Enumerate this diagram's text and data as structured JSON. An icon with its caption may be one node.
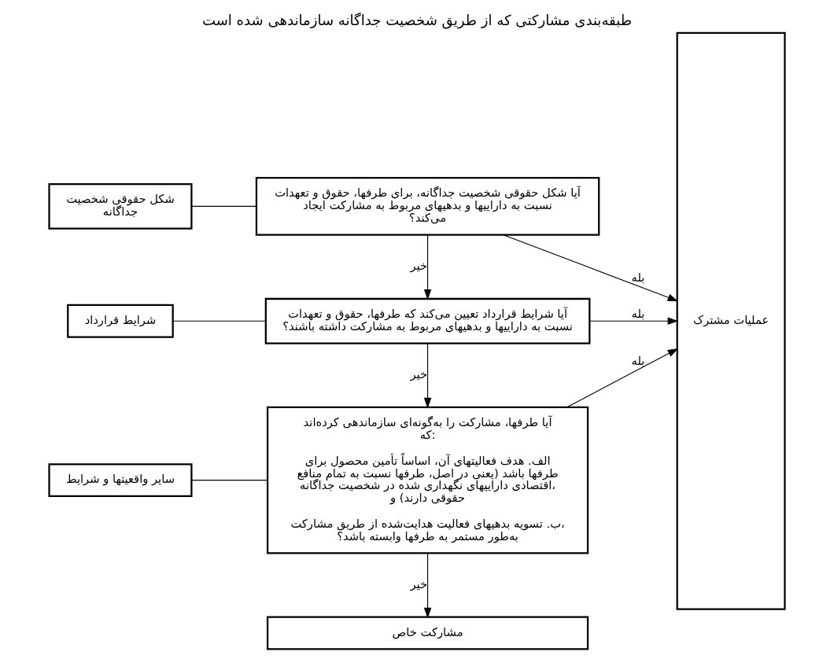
{
  "diagram": {
    "title": "طبقه‌بندی مشارکتی که از طریق شخصیت جداگانه سازماندهی شده است",
    "nodes": [
      {
        "text": [
          "شکل حقوقی شخصیت جداگانه"
        ]
      },
      {
        "text": [
          "آیا شکل حقوقی شخصیت جداگانه، برای طرفها، حقوق و تعهدات نسبت به داراییها و بدهیهای مربوط به مشارکت ایجاد می‌کند؟"
        ]
      },
      {
        "text": [
          "عملیات مشترک"
        ]
      },
      {
        "text": [
          "شرایط قرارداد"
        ]
      },
      {
        "text": [
          "آیا شرایط قرارداد تعیین می‌کند که طرفها، حقوق و تعهدات نسبت به داراییها و بدهیهای مربوط به مشارکت داشته باشند؟"
        ]
      },
      {
        "text": [
          "سایر واقعیتها و شرایط"
        ]
      },
      {
        "text": [
          "آیا طرفها، مشارکت را به‌گونه‌ای سازماندهی کرده‌اند که:",
          "الف. هدف فعالیتهای آن، اساساً تأمین محصول برای طرفها باشد (یعنی در اصل، طرفها نسبت به تمام منافع اقتصادی داراییهای نگهداری شده در شخصیت جداگانه، حقوقی دارند) و",
          "ب. تسویه بدهیهای فعالیت هدایت‌شده از طریق مشارکت، به‌طور مستمر به طرفها وابسته باشد؟"
        ]
      },
      {
        "text": [
          "مشارکت خاص"
        ]
      }
    ],
    "edges": [
      {
        "from": 0,
        "to": 1,
        "arrow": "none"
      },
      {
        "from": 1,
        "to": 2,
        "arrow": "to",
        "label": "بله"
      },
      {
        "from": 1,
        "to": 4,
        "arrow": "to",
        "label": "خیر"
      },
      {
        "from": 3,
        "to": 4,
        "arrow": "none"
      },
      {
        "from": 4,
        "to": 2,
        "arrow": "to",
        "label": "بله"
      },
      {
        "from": 4,
        "to": 6,
        "arrow": "to",
        "label": "خیر"
      },
      {
        "from": 5,
        "to": 6,
        "arrow": "none"
      },
      {
        "from": 6,
        "to": 2,
        "arrow": "to",
        "label": "بله"
      },
      {
        "from": 6,
        "to": 7,
        "arrow": "to",
        "label": "خیر"
      }
    ]
  }
}
